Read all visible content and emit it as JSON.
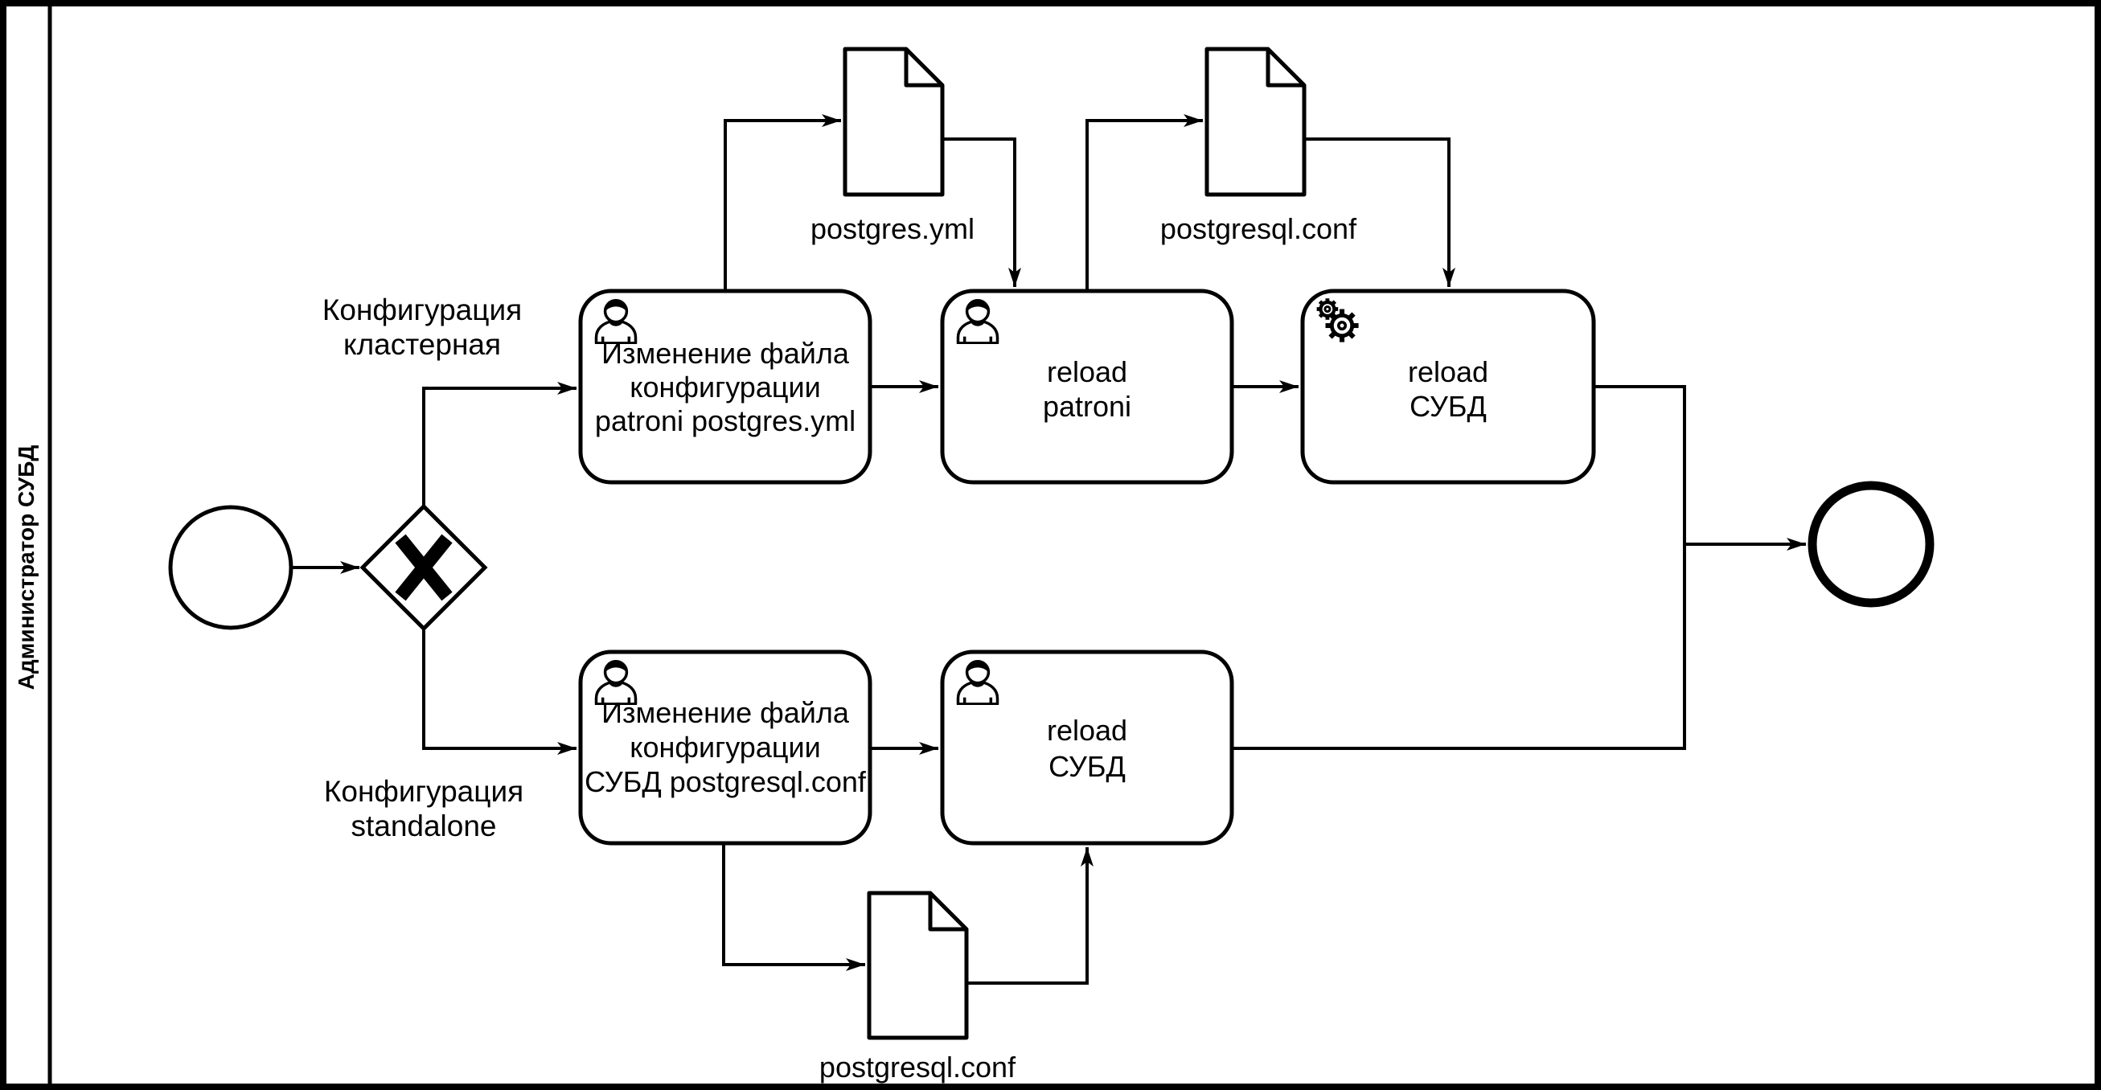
{
  "diagram": {
    "kind": "BPMN process diagram",
    "colors": {
      "stroke": "#000000",
      "background": "#ffffff"
    }
  },
  "lane": {
    "title": "Администратор СУБД"
  },
  "gateway": {
    "type": "exclusive",
    "symbol": "X"
  },
  "labels": {
    "cluster": {
      "line1": "Конфигурация",
      "line2": "кластерная"
    },
    "standalone": {
      "line1": "Конфигурация",
      "line2": "standalone"
    }
  },
  "tasks": {
    "edit_patroni": {
      "icon": "user-icon",
      "line1": "Изменение файла",
      "line2": "конфигурации",
      "line3": "patroni postgres.yml"
    },
    "reload_patroni": {
      "icon": "user-icon",
      "line1": "reload",
      "line2": "patroni"
    },
    "reload_dbms_top": {
      "icon": "gear-icon",
      "line1": "reload",
      "line2": "СУБД"
    },
    "edit_dbms": {
      "icon": "user-icon",
      "line1": "Изменение файла",
      "line2": "конфигурации",
      "line3": "СУБД postgresql.conf"
    },
    "reload_dbms_bottom": {
      "icon": "user-icon",
      "line1": "reload",
      "line2": "СУБД"
    }
  },
  "data_objects": {
    "postgres_yml": {
      "label": "postgres.yml"
    },
    "postgresql_conf_top": {
      "label": "postgresql.conf"
    },
    "postgresql_conf_bottom": {
      "label": "postgresql.conf"
    }
  }
}
